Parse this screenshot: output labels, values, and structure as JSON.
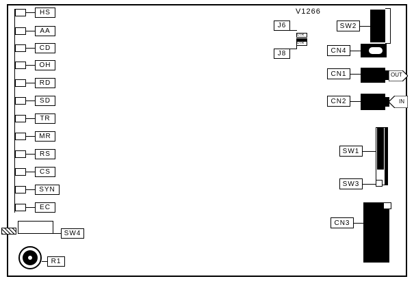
{
  "diagram": {
    "title": "V1266",
    "board_label": "V1266",
    "led_indicators": [
      {
        "label": "HS"
      },
      {
        "label": "AA"
      },
      {
        "label": "CD"
      },
      {
        "label": "OH"
      },
      {
        "label": "RD"
      },
      {
        "label": "SD"
      },
      {
        "label": "TR"
      },
      {
        "label": "MR"
      },
      {
        "label": "RS"
      },
      {
        "label": "CS"
      },
      {
        "label": "SYN"
      },
      {
        "label": "EC"
      }
    ],
    "switches": [
      {
        "label": "SW1"
      },
      {
        "label": "SW2"
      },
      {
        "label": "SW3"
      },
      {
        "label": "SW4"
      }
    ],
    "connectors": [
      {
        "label": "CN1"
      },
      {
        "label": "CN2"
      },
      {
        "label": "CN3"
      },
      {
        "label": "CN4"
      }
    ],
    "jumpers": [
      {
        "label": "J6"
      },
      {
        "label": "J8"
      }
    ],
    "jumper_pin_labels": [
      "DTR",
      "DTR"
    ],
    "ports": [
      {
        "label": "OUT"
      },
      {
        "label": "IN"
      }
    ],
    "potentiometer": {
      "label": "R1"
    }
  }
}
